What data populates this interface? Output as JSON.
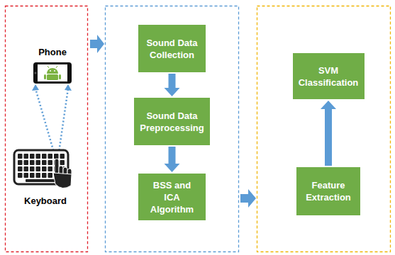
{
  "diagram": {
    "nodes": [
      {
        "text": [
          "Sound Data Collection"
        ]
      },
      {
        "text": [
          "Sound Data Preprocessing"
        ]
      },
      {
        "text": [
          "BSS and ICA Algorithm"
        ]
      },
      {
        "text": [
          "SVM Classification"
        ]
      },
      {
        "text": [
          "Feature Extraction"
        ]
      }
    ],
    "edges": [
      {
        "from": 0,
        "to": 1,
        "arrow": "to"
      },
      {
        "from": 1,
        "to": 2,
        "arrow": "to"
      },
      {
        "from": 4,
        "to": 3,
        "arrow": "to"
      }
    ],
    "labels": [
      "Phone",
      "Keyboard"
    ]
  }
}
